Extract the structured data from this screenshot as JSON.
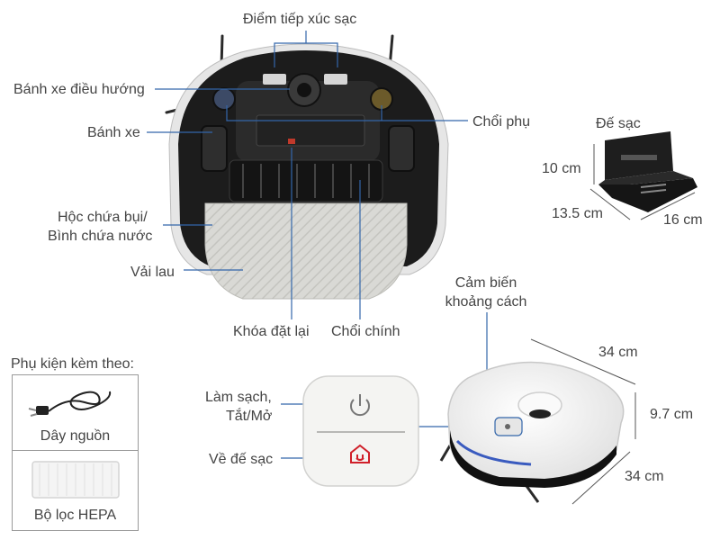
{
  "labels": {
    "charge_contacts": "Điểm tiếp xúc sạc",
    "nav_wheel": "Bánh xe điều hướng",
    "wheel": "Bánh xe",
    "side_brush": "Chổi phụ",
    "dust_bin_line1": "Hộc chứa bụi/",
    "dust_bin_line2": "Bình chứa nước",
    "mop_cloth": "Vải lau",
    "reset_lock": "Khóa đặt lại",
    "main_brush": "Chổi chính",
    "clean_power_line1": "Làm sạch,",
    "clean_power_line2": "Tắt/Mở",
    "return_dock": "Về đế sạc",
    "distance_sensor_line1": "Cảm biến",
    "distance_sensor_line2": "khoảng cách"
  },
  "dock": {
    "title": "Đế sạc",
    "height": "10 cm",
    "depth": "13.5 cm",
    "width": "16 cm"
  },
  "robot_dims": {
    "width": "34 cm",
    "height": "9.7 cm",
    "depth": "34 cm"
  },
  "accessories": {
    "title": "Phụ kiện kèm theo:",
    "items": [
      {
        "label": "Dây nguồn",
        "icon": "power-cord-icon"
      },
      {
        "label": "Bộ lọc HEPA",
        "icon": "hepa-filter-icon"
      }
    ]
  },
  "colors": {
    "callout_line": "#3366aa",
    "robot_dark": "#1c1c1c",
    "robot_white": "#f2f2f2",
    "mop": "#d8d8d4",
    "home_icon": "#d0202a"
  }
}
